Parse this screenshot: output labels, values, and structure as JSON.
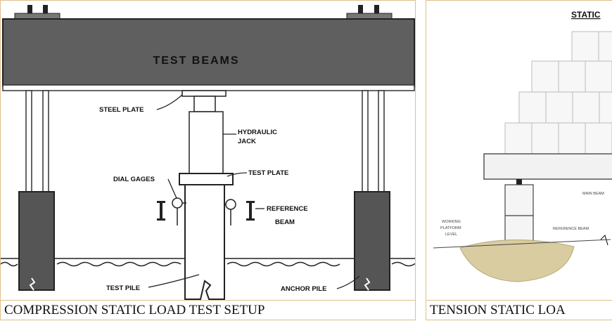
{
  "left_panel": {
    "title_on_beam": "TEST BEAMS",
    "labels": {
      "steel_plate": "STEEL PLATE",
      "hydraulic_jack_line1": "HYDRAULIC",
      "hydraulic_jack_line2": "JACK",
      "dial_gages": "DIAL GAGES",
      "test_plate": "TEST PLATE",
      "reference_beam_line1": "REFERENCE",
      "reference_beam_line2": "BEAM",
      "test_pile": "TEST PILE",
      "anchor_pile": "ANCHOR PILE"
    },
    "caption": "COMPRESSION STATIC LOAD TEST SETUP"
  },
  "right_panel": {
    "title": "STATIC",
    "labels": {
      "working_platform_line1": "WORKING",
      "working_platform_line2": "PLATFORM",
      "working_platform_line3": "LEVEL",
      "reference_beam": "REFERENCE BEAM",
      "main_beam": "MAIN BEAM"
    },
    "caption": "TENSION STATIC LOA"
  },
  "colors": {
    "beam": "#5f5f5f",
    "border": "#e0c08a",
    "soil": "#d8cca0"
  }
}
